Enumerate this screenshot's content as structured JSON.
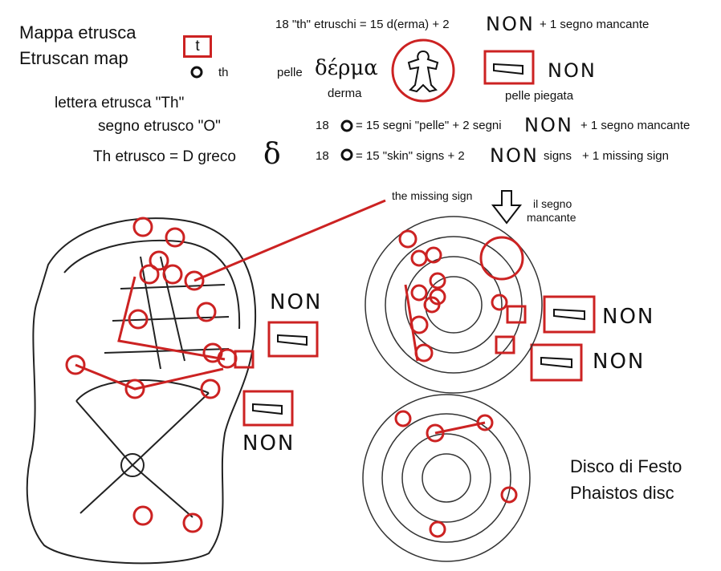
{
  "colors": {
    "accent": "#cc2222",
    "ink": "#111111"
  },
  "legend": {
    "title_it": "Mappa etrusca",
    "title_en": "Etruscan map",
    "t_letter": "t",
    "th_label": "th",
    "letter_th": "lettera etrusca \"Th\"",
    "sign_o": "segno etrusco \"O\"",
    "th_eq": "Th etrusco = D greco",
    "delta": "δ"
  },
  "equations": {
    "line1_a": "18  \"th\" etruschi = 15 d(erma) + 2",
    "line1_b": "+ 1 segno mancante",
    "pelle": "pelle",
    "derma_greek": "δέρμα",
    "derma": "derma",
    "pelle_piegata": "pelle piegata",
    "line2_a": "18",
    "line2_b": "= 15 segni \"pelle\" + 2 segni",
    "line2_c": "+ 1 segno mancante",
    "line3_a": "18",
    "line3_b": "= 15 \"skin\" signs + 2",
    "line3_c": "signs",
    "line3_d": "+ 1 missing sign",
    "non_glyph": "NON"
  },
  "annotations": {
    "missing_en": "the missing sign",
    "missing_it_1": "il segno",
    "missing_it_2": "mancante",
    "disc_it": "Disco di Festo",
    "disc_en": "Phaistos disc"
  }
}
